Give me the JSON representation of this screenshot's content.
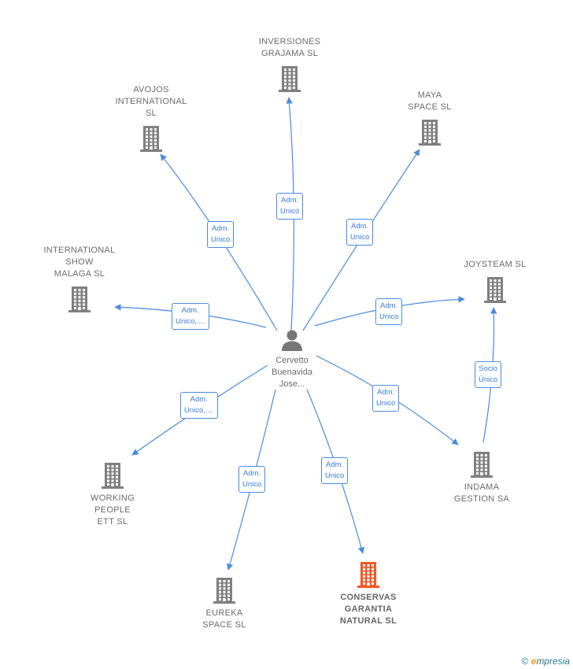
{
  "center": {
    "label_lines": [
      "Cervetto",
      "Buenavida",
      "Jose..."
    ],
    "icon": "person-icon"
  },
  "companies": [
    {
      "id": "inversiones",
      "label_lines": [
        "INVERSIONES",
        "GRAJAMA  SL"
      ],
      "highlight": false,
      "label_pos": "above"
    },
    {
      "id": "avojos",
      "label_lines": [
        "AVOJOS",
        "INTERNATIONAL",
        "SL"
      ],
      "highlight": false,
      "label_pos": "above"
    },
    {
      "id": "maya",
      "label_lines": [
        "MAYA",
        "SPACE SL"
      ],
      "highlight": false,
      "label_pos": "above"
    },
    {
      "id": "international-show",
      "label_lines": [
        "INTERNATIONAL",
        "SHOW",
        "MALAGA  SL"
      ],
      "highlight": false,
      "label_pos": "above"
    },
    {
      "id": "joysteam",
      "label_lines": [
        "JOYSTEAM SL"
      ],
      "highlight": false,
      "label_pos": "above"
    },
    {
      "id": "working-people",
      "label_lines": [
        "WORKING",
        "PEOPLE",
        "ETT  SL"
      ],
      "highlight": false,
      "label_pos": "below"
    },
    {
      "id": "indama",
      "label_lines": [
        "INDAMA",
        "GESTION SA"
      ],
      "highlight": false,
      "label_pos": "below"
    },
    {
      "id": "eureka",
      "label_lines": [
        "EUREKA",
        "SPACE SL"
      ],
      "highlight": false,
      "label_pos": "below"
    },
    {
      "id": "conservas",
      "label_lines": [
        "CONSERVAS",
        "GARANTIA",
        "NATURAL  SL"
      ],
      "highlight": true,
      "label_pos": "below"
    }
  ],
  "edges": [
    {
      "target": "inversiones",
      "label": "Adm.\nUnico"
    },
    {
      "target": "avojos",
      "label": "Adm.\nUnico"
    },
    {
      "target": "maya",
      "label": "Adm.\nUnico"
    },
    {
      "target": "international-show",
      "label": "Adm.\nUnico,...."
    },
    {
      "target": "joysteam",
      "label": "Adm.\nUnico"
    },
    {
      "target": "working-people",
      "label": "Adm.\nUnico,...."
    },
    {
      "target": "indama",
      "label": "Adm.\nUnico"
    },
    {
      "target": "eureka",
      "label": "Adm.\nUnico"
    },
    {
      "target": "conservas",
      "label": "Adm.\nUnico"
    },
    {
      "from": "indama",
      "target": "joysteam",
      "label": "Socio\nÚnico"
    }
  ],
  "colors": {
    "edge": "#4a8be0",
    "building": "#808080",
    "building_highlight": "#f05a28",
    "person": "#777777"
  },
  "brand": {
    "copyright": "©",
    "initial": "e",
    "rest": "mpresia"
  }
}
